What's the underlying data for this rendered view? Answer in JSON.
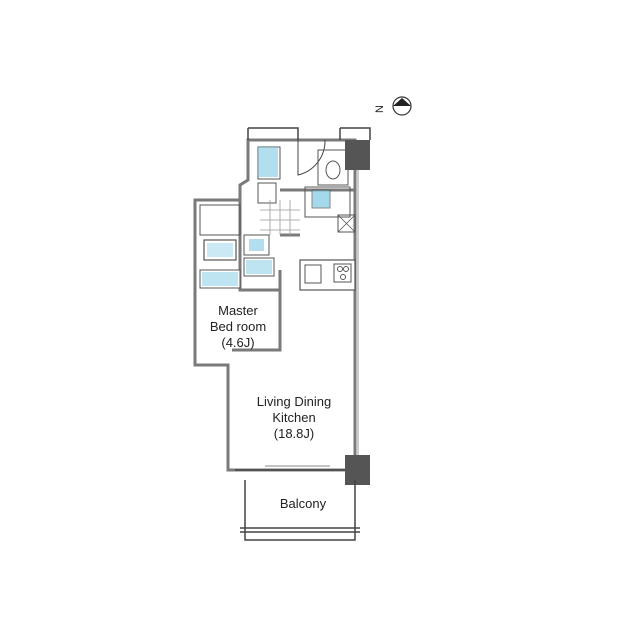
{
  "compass": {
    "north_label": "N"
  },
  "rooms": {
    "master": {
      "line1": "Master",
      "line2": "Bed room",
      "area": "(4.6J)"
    },
    "ldk": {
      "line1": "Living Dining",
      "line2": "Kitchen",
      "area": "(18.8J)"
    },
    "balcony": {
      "label": "Balcony"
    }
  },
  "colors": {
    "wall": "#7a7a7a",
    "fixture": "#7ec8e3",
    "column": "#555555",
    "line": "#444444"
  }
}
